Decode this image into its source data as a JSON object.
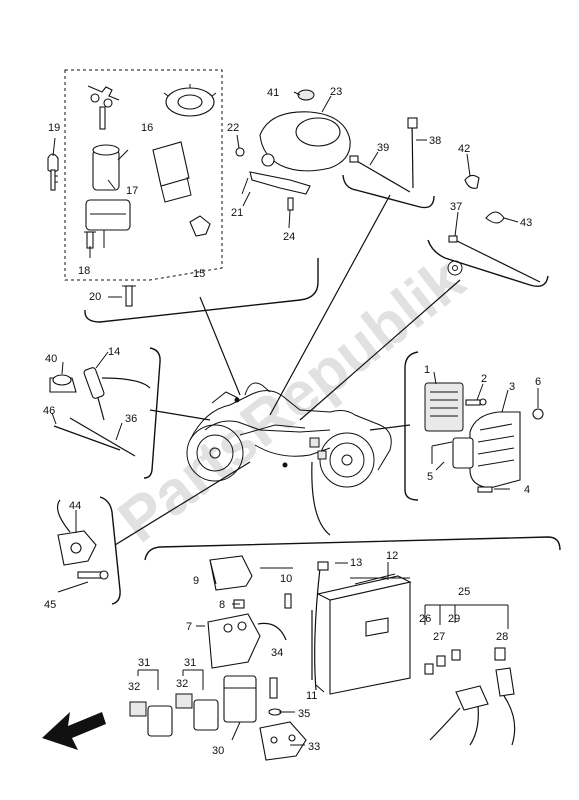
{
  "watermark": "PartsRepublik",
  "labels": {
    "p1": "1",
    "p2": "2",
    "p3": "3",
    "p4": "4",
    "p5": "5",
    "p6": "6",
    "p7": "7",
    "p8": "8",
    "p9": "9",
    "p10": "10",
    "p11": "11",
    "p12": "12",
    "p13": "13",
    "p14": "14",
    "p15": "15",
    "p16": "16",
    "p17": "17",
    "p18": "18",
    "p19": "19",
    "p20": "20",
    "p21": "21",
    "p22": "22",
    "p23": "23",
    "p24": "24",
    "p25": "25",
    "p26": "26",
    "p27": "27",
    "p28": "28",
    "p29": "29",
    "p30": "30",
    "p31a": "31",
    "p31b": "31",
    "p32a": "32",
    "p32b": "32",
    "p33": "33",
    "p34": "34",
    "p35": "35",
    "p36": "36",
    "p37": "37",
    "p38": "38",
    "p39": "39",
    "p40": "40",
    "p41": "41",
    "p42": "42",
    "p43": "43",
    "p44": "44",
    "p45": "45",
    "p46": "46"
  },
  "icons": {
    "direction_arrow": "front-arrow-icon",
    "gear_badge": "gear-icon"
  }
}
